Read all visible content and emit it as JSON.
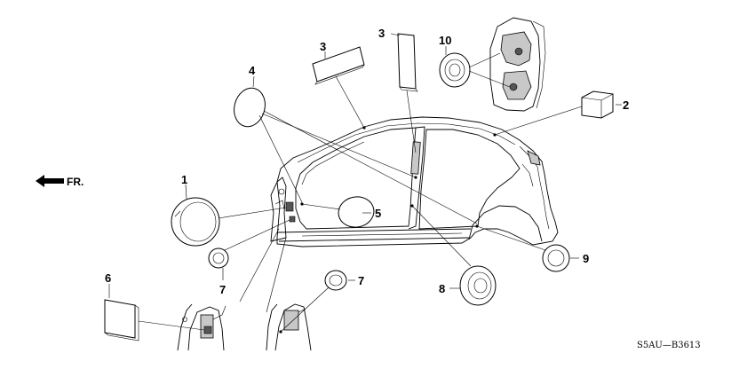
{
  "direction": {
    "label": "FR."
  },
  "diagram_code": "S5AU—B3613",
  "callouts": [
    {
      "id": "c1",
      "label": "1"
    },
    {
      "id": "c2",
      "label": "2"
    },
    {
      "id": "c3a",
      "label": "3"
    },
    {
      "id": "c3b",
      "label": "3"
    },
    {
      "id": "c4",
      "label": "4"
    },
    {
      "id": "c5",
      "label": "5"
    },
    {
      "id": "c6",
      "label": "6"
    },
    {
      "id": "c7a",
      "label": "7"
    },
    {
      "id": "c7b",
      "label": "7"
    },
    {
      "id": "c8",
      "label": "8"
    },
    {
      "id": "c9",
      "label": "9"
    },
    {
      "id": "c10",
      "label": "10"
    }
  ]
}
